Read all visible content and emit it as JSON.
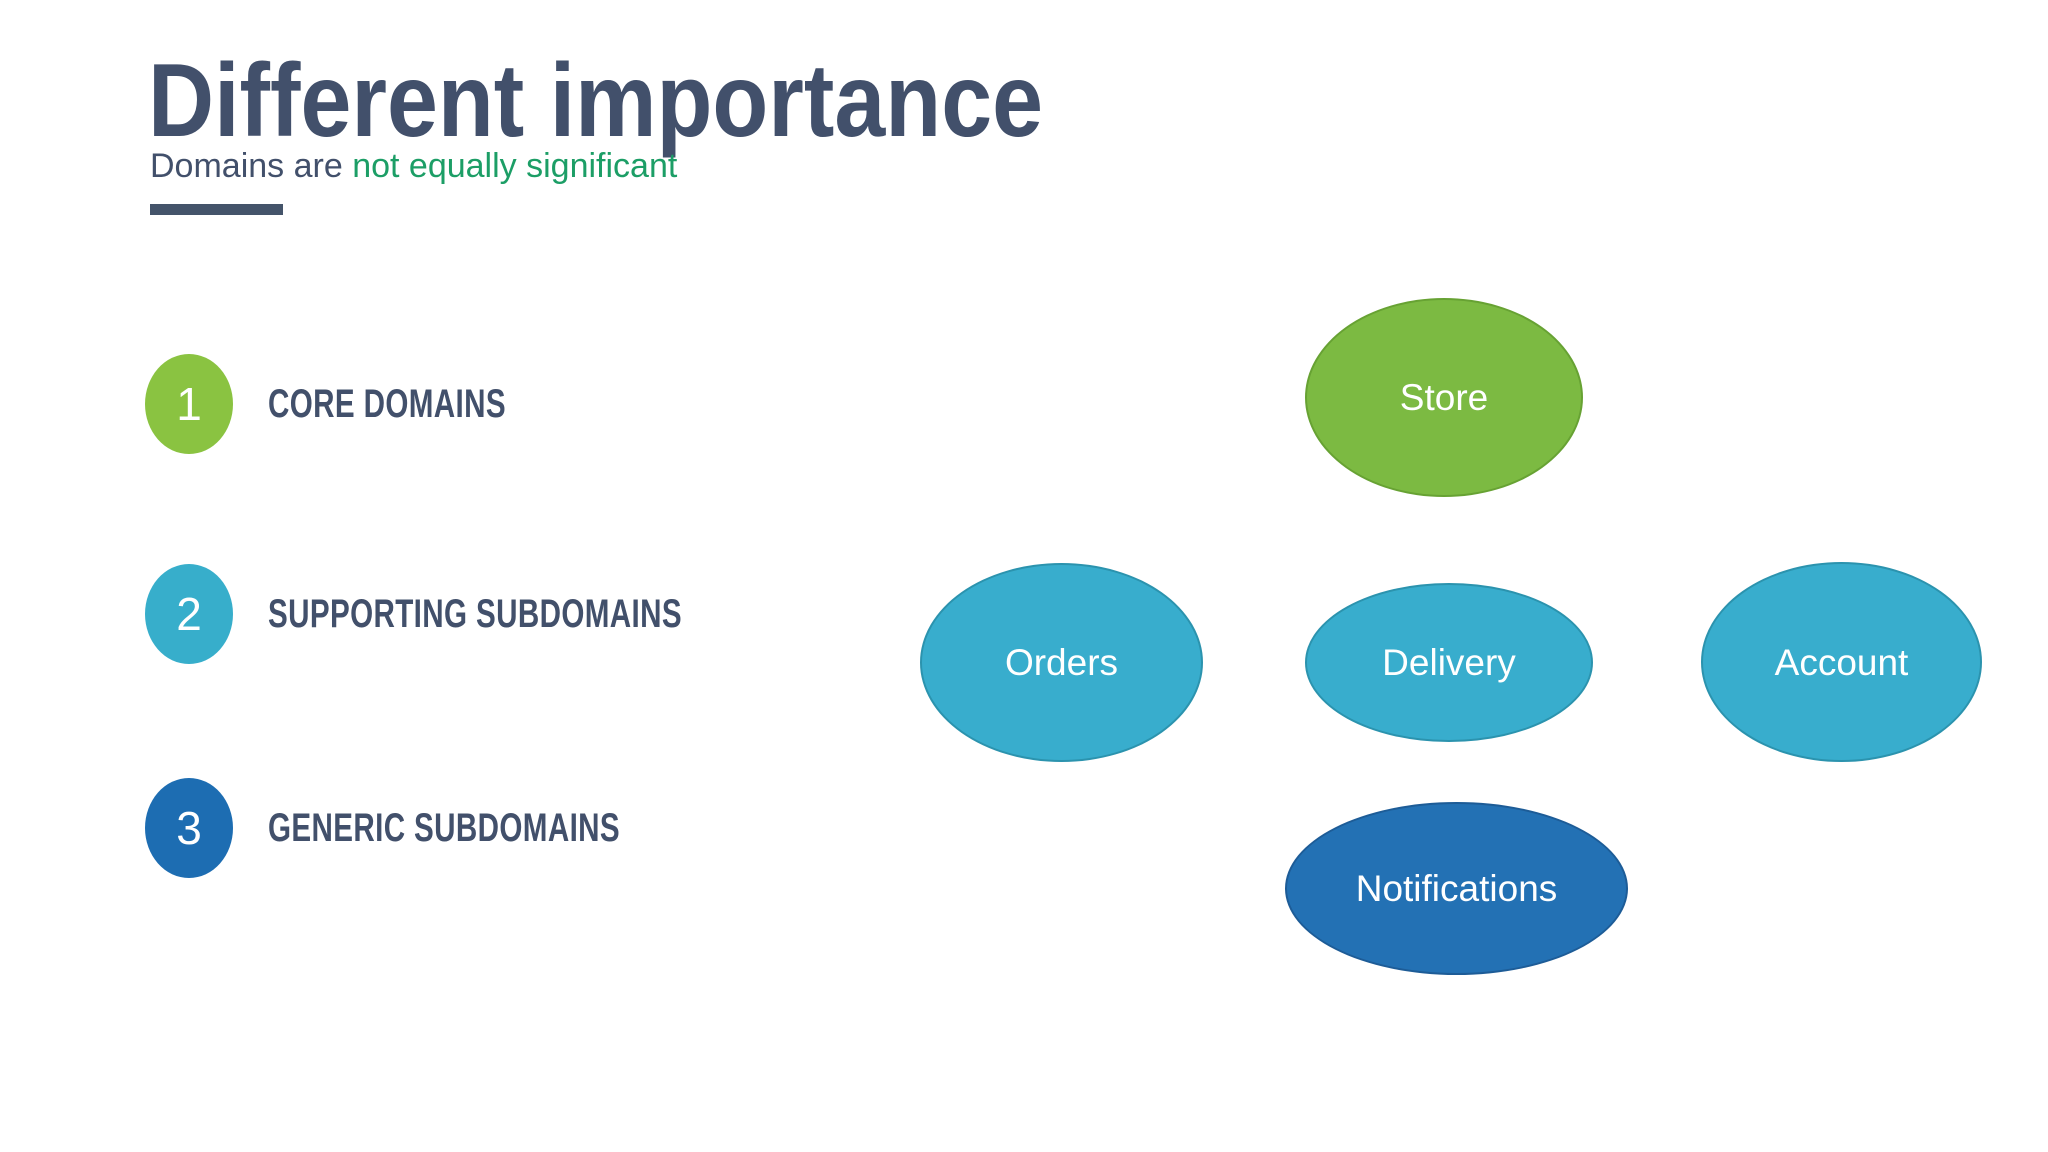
{
  "slide": {
    "title": "Different importance",
    "subtitle": {
      "prefix": "Domains are ",
      "highlight": "not equally significant"
    }
  },
  "legend": {
    "items": [
      {
        "number": "1",
        "label": "CORE DOMAINS",
        "color": "#8ac341"
      },
      {
        "number": "2",
        "label": "SUPPORTING SUBDOMAINS",
        "color": "#37aecb"
      },
      {
        "number": "3",
        "label": "GENERIC SUBDOMAINS",
        "color": "#1d6db2"
      }
    ]
  },
  "diagram": {
    "ellipses": [
      {
        "label": "Store",
        "category": "core",
        "fill": "#7cba42",
        "border": "#67a233"
      },
      {
        "label": "Orders",
        "category": "supporting",
        "fill": "#38adcd",
        "border": "#2b93ae"
      },
      {
        "label": "Delivery",
        "category": "supporting",
        "fill": "#38adcd",
        "border": "#2b93ae"
      },
      {
        "label": "Account",
        "category": "supporting",
        "fill": "#38adcd",
        "border": "#2b93ae"
      },
      {
        "label": "Notifications",
        "category": "generic",
        "fill": "#2371b4",
        "border": "#1d5c97"
      }
    ]
  },
  "colors": {
    "background": "#ffffff",
    "text_dark": "#42506b",
    "subtitle_highlight": "#1c9e66",
    "underline": "#44546a",
    "badge_number_text": "#ffffff",
    "ellipse_text": "#ffffff"
  }
}
